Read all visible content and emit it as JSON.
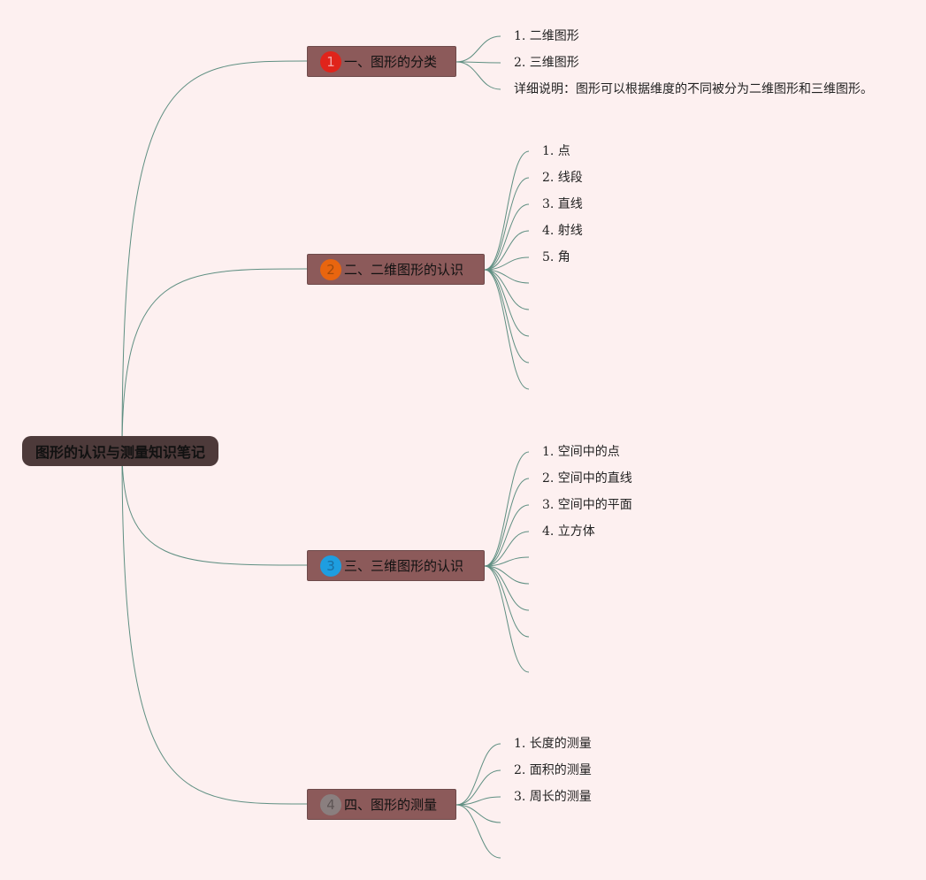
{
  "root": {
    "label": "图形的认识与测量知识笔记"
  },
  "branches": [
    {
      "label": "一、图形的分类",
      "badge": "1",
      "badge_color": "#e0241b",
      "badge_text_color": "#f5a5a5",
      "leaves": [
        "1. 二维图形",
        "2. 三维图形",
        "详细说明：图形可以根据维度的不同被分为二维图形和三维图形。"
      ]
    },
    {
      "label": "二、二维图形的认识",
      "badge": "2",
      "badge_color": "#e8650f",
      "badge_text_color": "#a44a0a",
      "leaves": [
        "1. 点",
        "2. 线段",
        "3. 直线",
        "4. 射线",
        "5. 角",
        "",
        "",
        "",
        "",
        ""
      ]
    },
    {
      "label": "三、三维图形的认识",
      "badge": "3",
      "badge_color": "#1e9ee0",
      "badge_text_color": "#1a6da0",
      "leaves": [
        "1. 空间中的点",
        "2. 空间中的直线",
        "3. 空间中的平面",
        "4. 立方体",
        "",
        "",
        "",
        "",
        ""
      ]
    },
    {
      "label": "四、图形的测量",
      "badge": "4",
      "badge_color": "#8a7f7f",
      "badge_text_color": "#5e5555",
      "leaves": [
        "1. 长度的测量",
        "2. 面积的测量",
        "3. 周长的测量",
        "",
        ""
      ]
    }
  ],
  "colors": {
    "background": "#fdf0f0",
    "connector": "#5f8f82",
    "branch_fill": "#8c5a5a",
    "root_fill": "#4d3a3a"
  }
}
